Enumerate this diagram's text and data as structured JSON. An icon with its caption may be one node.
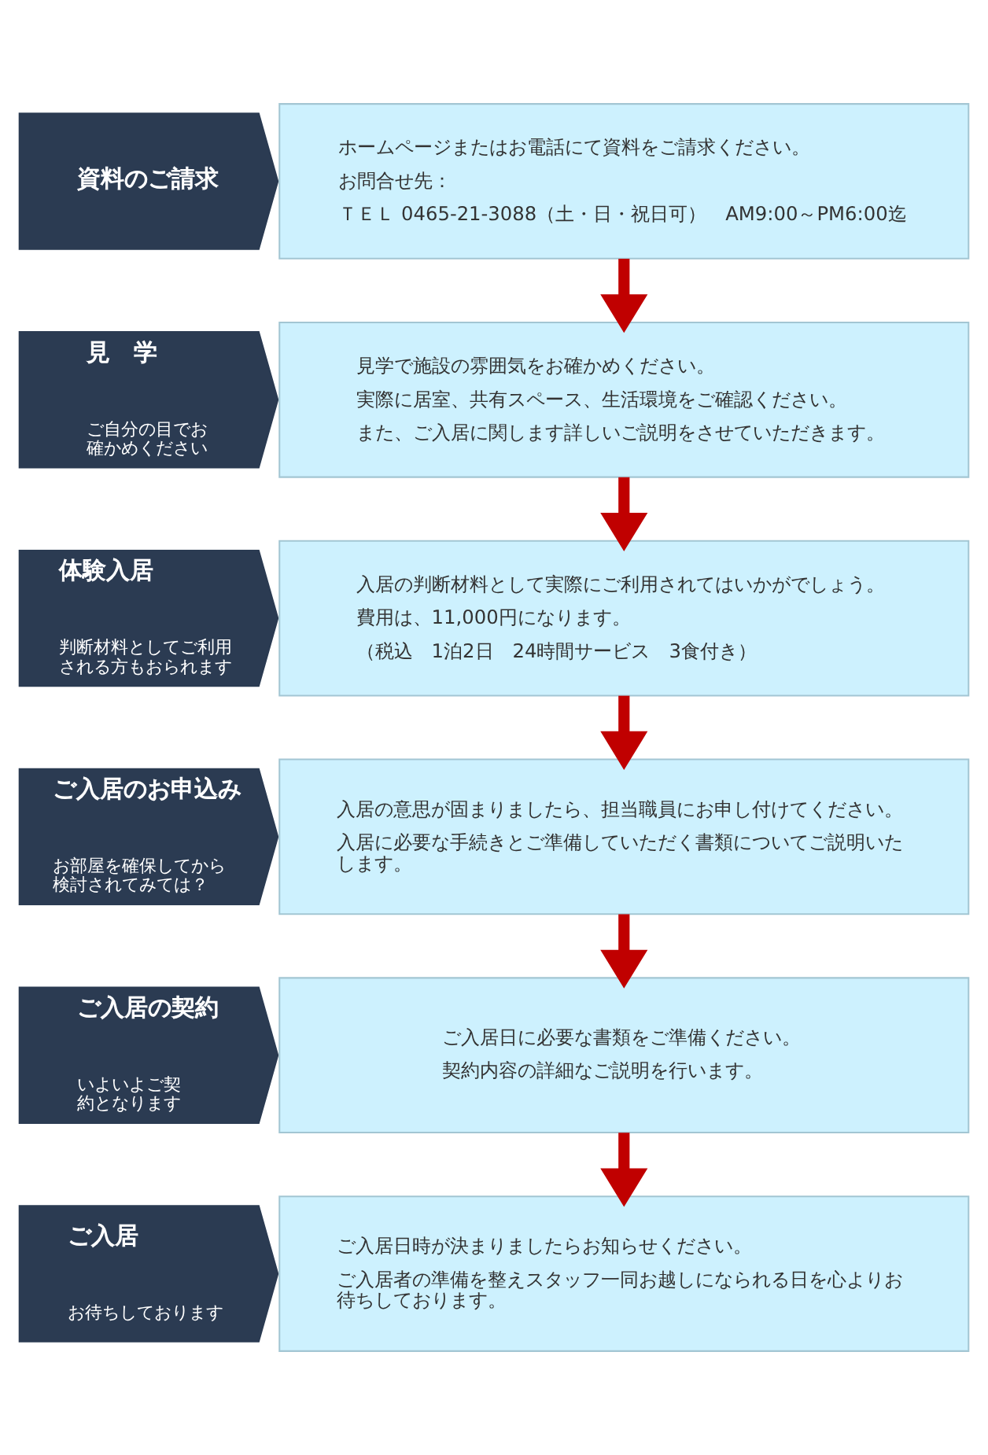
{
  "diagram": {
    "nodes": [
      {
        "text": [
          "資料のご請求"
        ]
      },
      {
        "text": [
          "ホームページまたはお電話にて資料をご請求ください。",
          "お問合せ先：",
          "ＴＥＬ 0465-21-3088（土・日・祝日可）　AM9:00～PM6:00迄"
        ]
      },
      {
        "text": [
          "見　学",
          "ご自分の目でお確かめください"
        ]
      },
      {
        "text": [
          "見学で施設の雰囲気をお確かめください。",
          "実際に居室、共有スペース、生活環境をご確認ください。",
          "また、ご入居に関します詳しいご説明をさせていただきます。"
        ]
      },
      {
        "text": [
          "体験入居",
          "判断材料としてご利用される方もおられます"
        ]
      },
      {
        "text": [
          "入居の判断材料として実際にご利用されてはいかがでしょう。",
          "費用は、11,000円になります。",
          "（税込　1泊2日　24時間サービス　3食付き）"
        ]
      },
      {
        "text": [
          "ご入居のお申込み",
          "お部屋を確保してから検討されてみては？"
        ]
      },
      {
        "text": [
          "入居の意思が固まりましたら、担当職員にお申し付けてください。",
          "入居に必要な手続きとご準備していただく書類についてご説明いたします。"
        ]
      },
      {
        "text": [
          "ご入居の契約",
          "いよいよご契約となります"
        ]
      },
      {
        "text": [
          "ご入居日に必要な書類をご準備ください。",
          "契約内容の詳細なご説明を行います。"
        ]
      },
      {
        "text": [
          "ご入居",
          "お待ちしております"
        ]
      },
      {
        "text": [
          "ご入居日時が決まりましたらお知らせください。",
          "ご入居者の準備を整えスタッフ一同お越しになられる日を心よりお待ちしております。"
        ]
      }
    ],
    "edges": [
      {
        "from": 1,
        "to": 3,
        "arrow": "to"
      },
      {
        "from": 3,
        "to": 5,
        "arrow": "to"
      },
      {
        "from": 5,
        "to": 7,
        "arrow": "to"
      },
      {
        "from": 7,
        "to": 9,
        "arrow": "to"
      },
      {
        "from": 9,
        "to": 11,
        "arrow": "to"
      }
    ]
  }
}
